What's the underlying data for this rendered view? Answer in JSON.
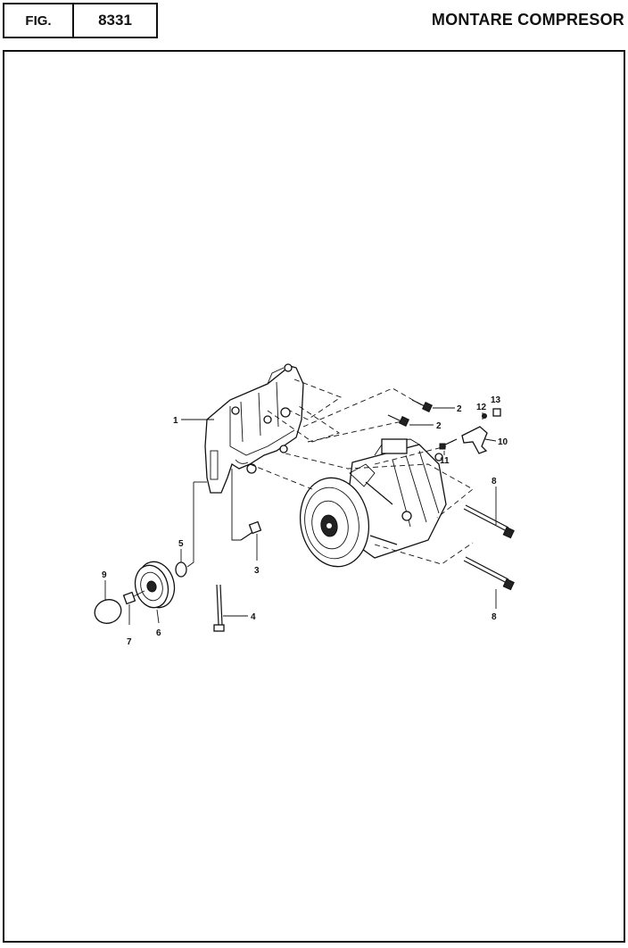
{
  "header": {
    "fig_label": "FIG.",
    "fig_number": "8331",
    "title": "MONTARE COMPRESOR"
  },
  "callouts": {
    "c1": "1",
    "c2a": "2",
    "c2b": "2",
    "c3": "3",
    "c4": "4",
    "c5": "5",
    "c6": "6",
    "c7": "7",
    "c8a": "8",
    "c8b": "8",
    "c9": "9",
    "c10": "10",
    "c11": "11",
    "c12": "12",
    "c13": "13"
  }
}
